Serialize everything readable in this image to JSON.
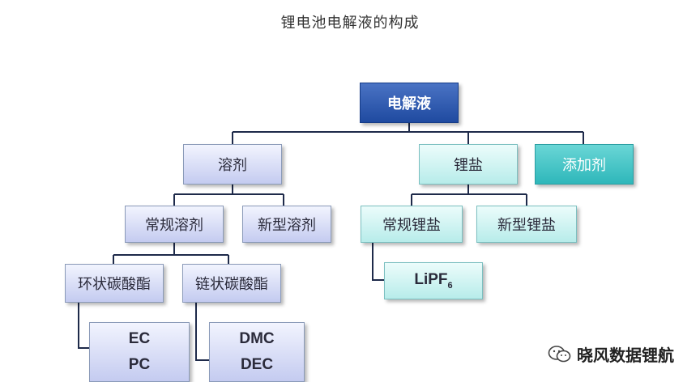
{
  "title": "锂电池电解液的构成",
  "nodes": {
    "root": "电解液",
    "solvent": "溶剂",
    "lithium_salt": "锂盐",
    "additive": "添加剂",
    "common_solvent": "常规溶剂",
    "new_solvent": "新型溶剂",
    "common_salt": "常规锂盐",
    "new_salt": "新型锂盐",
    "cyclic_carbonate": "环状碳酸酯",
    "chain_carbonate": "链状碳酸酯",
    "lipf6_main": "LiPF",
    "lipf6_sub": "6",
    "ec": "EC",
    "pc": "PC",
    "dmc": "DMC",
    "dec": "DEC"
  },
  "watermark": {
    "text": "晓风数据锂航",
    "icon": "wechat-icon"
  },
  "colors": {
    "root": "#2a55ad",
    "level_lavender": "#c8cff2",
    "level_cyan": "#c6f0ee",
    "additive_teal": "#3dc0c2",
    "connector": "#1e2a4a"
  }
}
